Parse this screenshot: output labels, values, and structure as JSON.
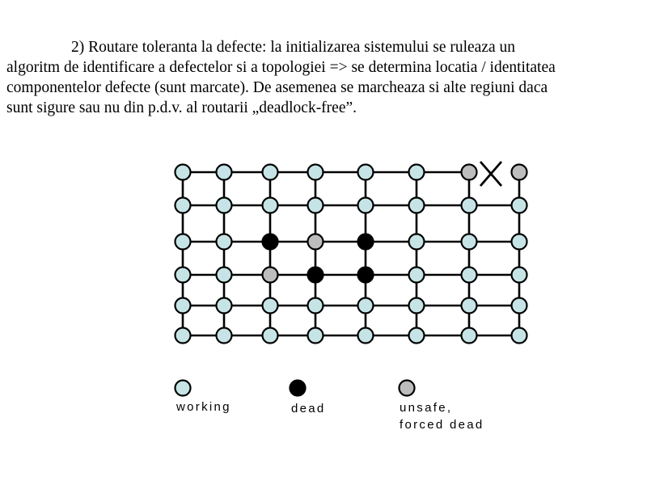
{
  "paragraph": {
    "lines": [
      "2) Routare toleranta la defecte: la initializarea sistemului se ruleaza un",
      "algoritm de identificare a defectelor si a topologiei => se determina locatia / identitatea",
      "componentelor defecte (sunt marcate). De asemenea se marcheaza si alte regiuni daca",
      "sunt sigure sau nu din p.d.v. al routarii „deadlock-free”."
    ]
  },
  "mesh": {
    "rows": 6,
    "cols": 8,
    "broken_link": {
      "row": 0,
      "between_cols": [
        6,
        7
      ],
      "marker": "X"
    },
    "node_states": [
      [
        "working",
        "working",
        "working",
        "working",
        "working",
        "working",
        "unsafe",
        "unsafe"
      ],
      [
        "working",
        "working",
        "working",
        "working",
        "working",
        "working",
        "working",
        "working"
      ],
      [
        "working",
        "working",
        "dead",
        "unsafe",
        "dead",
        "working",
        "working",
        "working"
      ],
      [
        "working",
        "working",
        "unsafe",
        "dead",
        "dead",
        "working",
        "working",
        "working"
      ],
      [
        "working",
        "working",
        "working",
        "working",
        "working",
        "working",
        "working",
        "working"
      ],
      [
        "working",
        "working",
        "working",
        "working",
        "working",
        "working",
        "working",
        "working"
      ]
    ]
  },
  "legend": {
    "working": {
      "label": "working",
      "color": "#c6e4e6"
    },
    "dead": {
      "label": "dead",
      "color": "#000000"
    },
    "unsafe": {
      "label_line1": "unsafe,",
      "label_line2": "forced dead",
      "color": "#bdbdbd"
    }
  }
}
